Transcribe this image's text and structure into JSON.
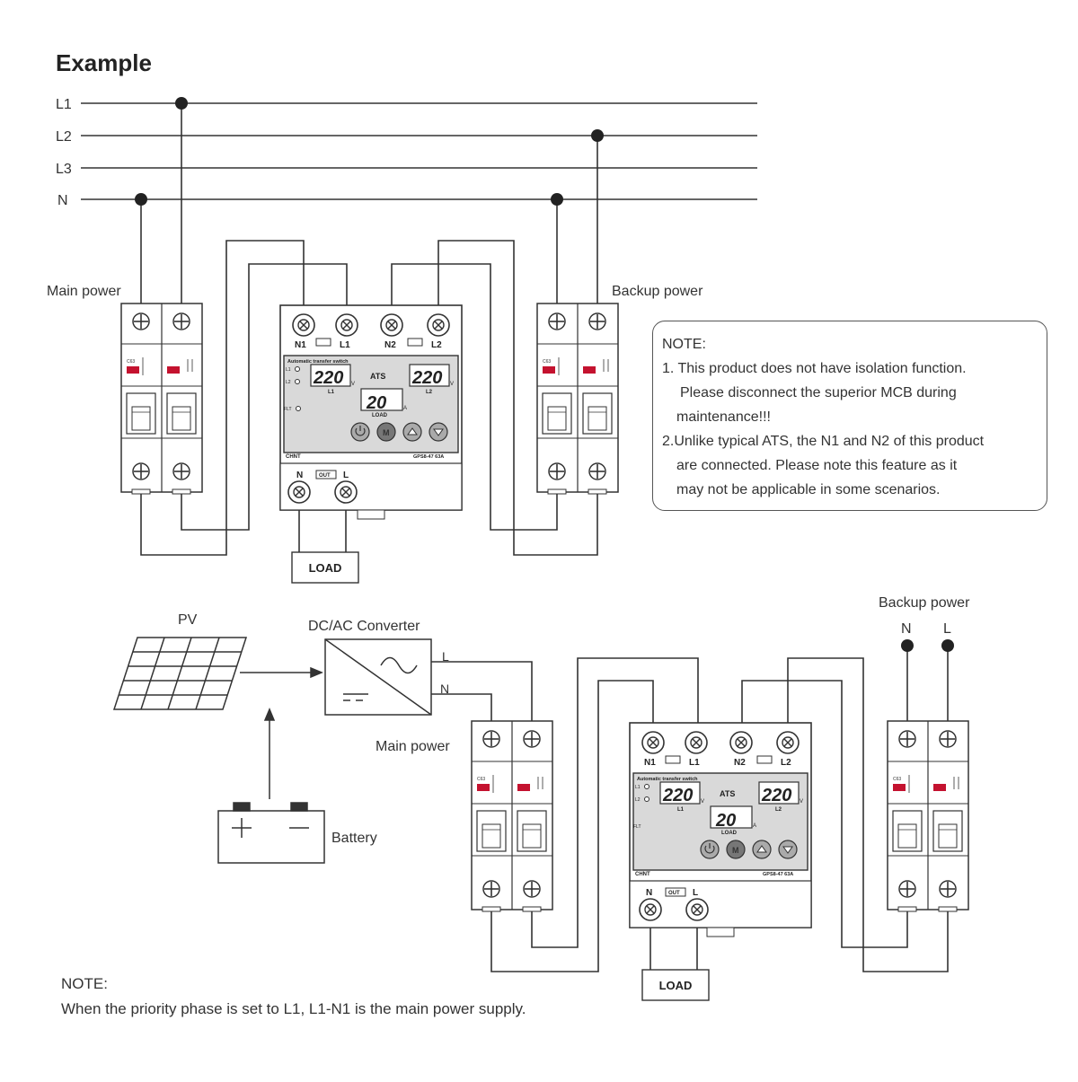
{
  "title": "Example",
  "bus_labels": [
    "L1",
    "L2",
    "L3",
    "N"
  ],
  "labels": {
    "main_power_top": "Main power",
    "backup_power_top": "Backup power",
    "load": "LOAD",
    "pv": "PV",
    "converter": "DC/AC Converter",
    "converter_L": "L",
    "converter_N": "N",
    "main_power_bottom": "Main power",
    "battery": "Battery",
    "backup_power_bottom": "Backup power",
    "backup_N": "N",
    "backup_L": "L"
  },
  "ats": {
    "terminals_top": [
      "N1",
      "L1",
      "N2",
      "L2"
    ],
    "terminals_bottom": [
      "N",
      "OUT",
      "L"
    ],
    "header": "Automatic transfer switch",
    "reading_l1": "220",
    "reading_l2": "220",
    "reading_load": "20",
    "ats_label": "ATS",
    "l1_label": "L1",
    "l2_label": "L2",
    "load_label": "LOAD",
    "brand": "CHNT",
    "model": "GPS8-47 63A",
    "side_labels": [
      "L1",
      "L2",
      "FLT"
    ],
    "units": [
      "V",
      "V",
      "A"
    ],
    "button_icons": [
      "power-icon",
      "menu-icon",
      "up-icon",
      "down-icon"
    ]
  },
  "note_top": {
    "heading": "NOTE:",
    "lines": [
      "1. This product does not have isolation function.",
      "Please disconnect the  superior MCB during",
      "maintenance!!!",
      "2.Unlike typical ATS, the N1 and N2 of this product",
      "are connected. Please note this feature as it",
      "may not be applicable in some scenarios."
    ]
  },
  "note_bottom": {
    "heading": "NOTE:",
    "line": "When the priority phase is set to L1, L1-N1 is the main power supply."
  },
  "colors": {
    "line": "#333333",
    "lcd_bg": "#d9d9d9",
    "indicator_red": "#c4122f"
  }
}
